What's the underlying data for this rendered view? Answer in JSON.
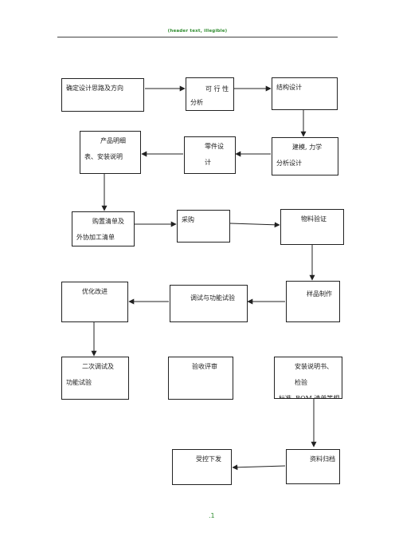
{
  "header": {
    "title": "(header text, illegible)"
  },
  "flow": {
    "b1": "确定设计思路及方向",
    "b2_l1": "可 行 性",
    "b2_l2": "分析",
    "b3": "结构设计",
    "b4_l1": "产品明细",
    "b4_l2": "表、安装说明",
    "b5_l1": "零件设",
    "b5_l2": "计",
    "b6_l1": "建模, 力学",
    "b6_l2": "分析设计",
    "b7_l1": "购置清单及",
    "b7_l2": "外协加工清单",
    "b8": "采购",
    "b9": "物料验证",
    "b10": "优化改进",
    "b11": "调试与功能试验",
    "b12": "样品制作",
    "b13_l1": "二次调试及",
    "b13_l2": "功能试验",
    "b14": "验收评审",
    "b15_l1": "安装说明书、检验",
    "b15_l2": "标准, BOM 清单等相",
    "b16": "受控下发",
    "b17": "资料归档"
  },
  "footer": {
    "mark": ".1"
  }
}
